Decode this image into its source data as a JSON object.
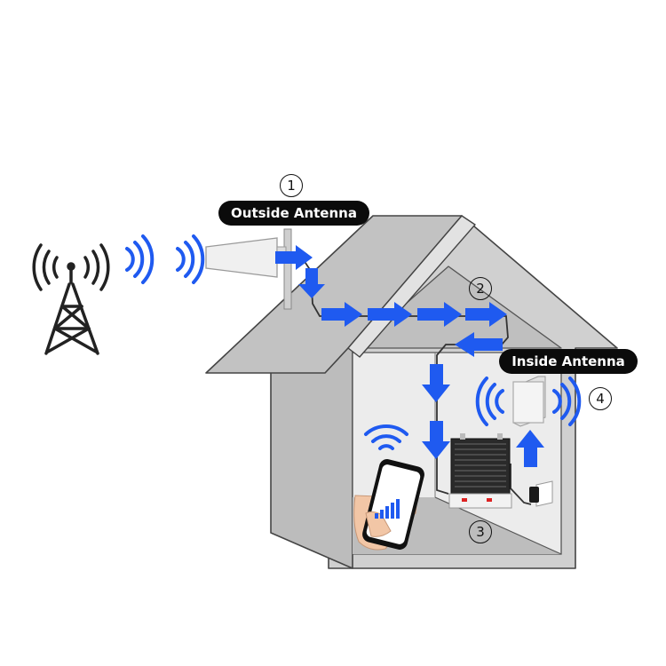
{
  "labels": {
    "outside_antenna": "Outside Antenna",
    "inside_antenna": "Inside Antenna"
  },
  "steps": [
    "1",
    "2",
    "3",
    "4"
  ],
  "colors": {
    "signal_blue": "#1f5af0",
    "wall_gray": "#c9c9c9",
    "roof_gray": "#bdbdbd",
    "outline": "#444444",
    "pill_bg": "#0b0b0b"
  },
  "icons": [
    "cell-tower-icon",
    "signal-waves-icon",
    "yagi-antenna-icon",
    "panel-antenna-icon",
    "booster-unit-icon",
    "power-adapter-icon",
    "smartphone-icon",
    "signal-bars-icon",
    "flow-arrow-icon"
  ]
}
